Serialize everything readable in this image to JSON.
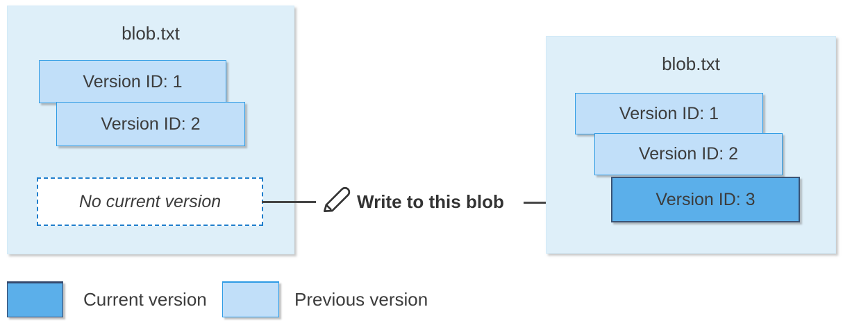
{
  "left_blob": {
    "title": "blob.txt",
    "versions": [
      {
        "label": "Version ID: 1",
        "state": "previous"
      },
      {
        "label": "Version ID: 2",
        "state": "previous"
      }
    ],
    "placeholder": "No current version"
  },
  "action": {
    "icon": "pencil-icon",
    "label": "Write to this blob"
  },
  "right_blob": {
    "title": "blob.txt",
    "versions": [
      {
        "label": "Version ID: 1",
        "state": "previous"
      },
      {
        "label": "Version ID: 2",
        "state": "previous"
      },
      {
        "label": "Version ID: 3",
        "state": "current"
      }
    ]
  },
  "legend": {
    "items": [
      {
        "label": "Current version",
        "swatch_color": "#5BAFEA"
      },
      {
        "label": "Previous version",
        "swatch_color": "#C1DFF9"
      }
    ]
  },
  "colors": {
    "container_fill": "#DEEFF9",
    "previous_fill": "#C1DFF9",
    "previous_border": "#2E9BE4",
    "current_fill": "#5BAFEA",
    "current_border": "#3A5375",
    "dashed_border": "#1F7ECC",
    "arrow": "#454545",
    "text": "#3C3C3C"
  }
}
